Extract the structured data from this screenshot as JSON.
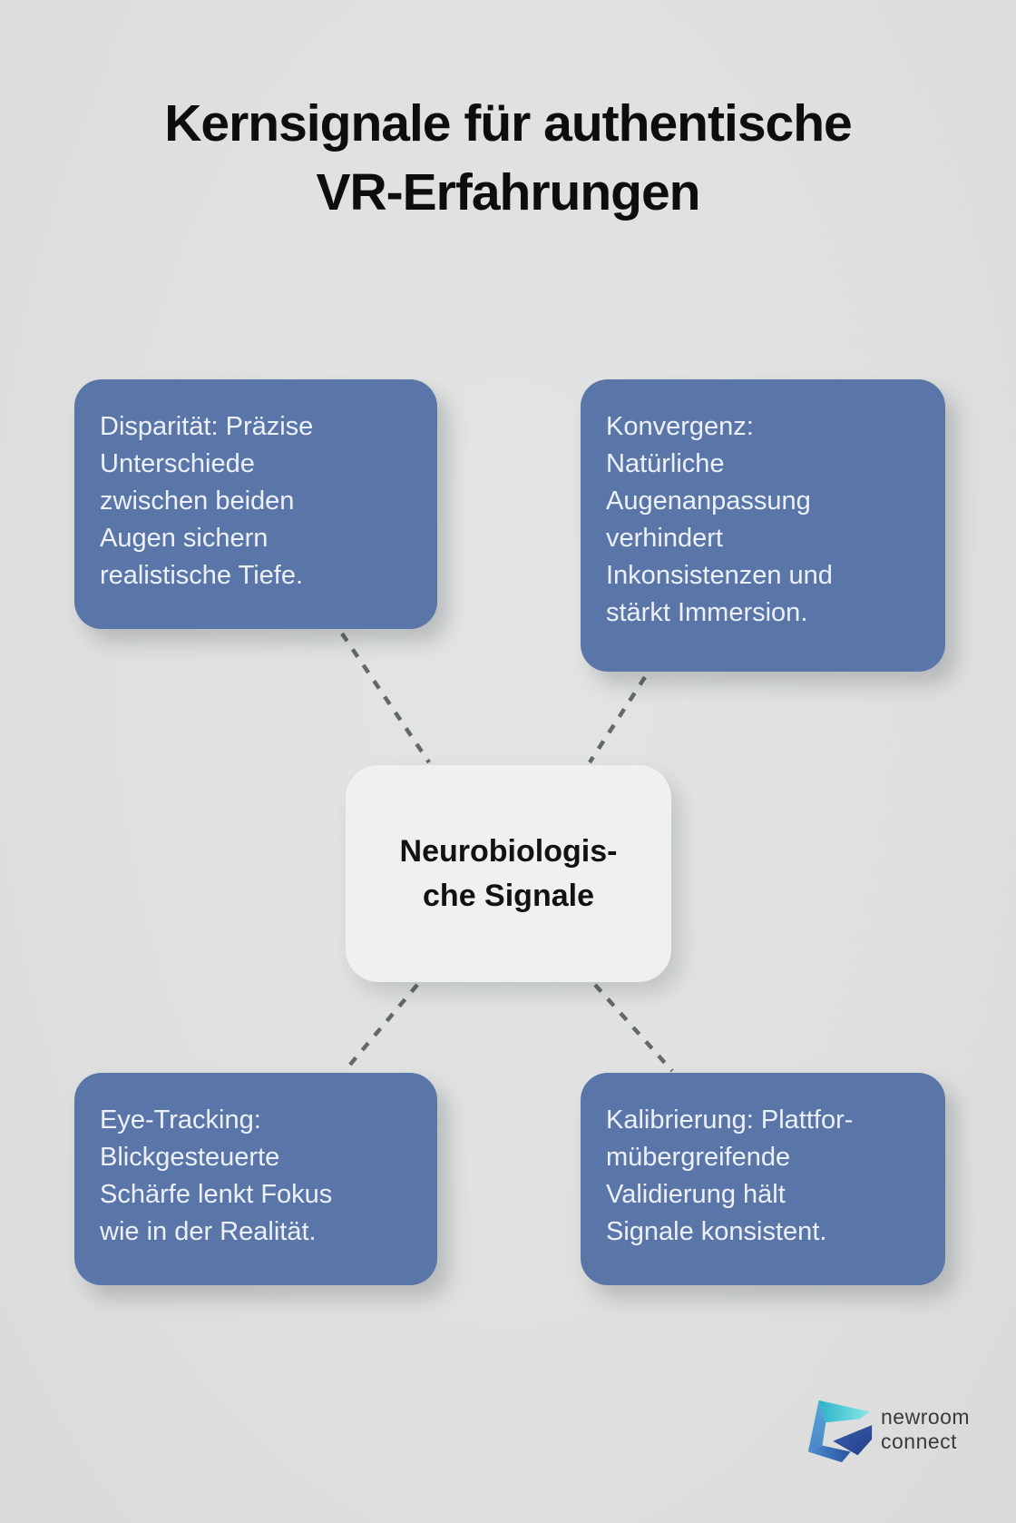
{
  "title": {
    "lines": [
      "Kernsignale für authentische",
      "VR-Erfahrungen"
    ]
  },
  "center_node": {
    "lines": [
      "Neurobiologis-",
      "che Signale"
    ]
  },
  "nodes": [
    {
      "name": "disparitaet",
      "lines": [
        "Disparität: Präzise",
        "Unterschiede",
        "zwischen beiden",
        "Augen sichern",
        "realistische Tiefe."
      ]
    },
    {
      "name": "konvergenz",
      "lines": [
        "Konvergenz:",
        "Natürliche",
        "Augenanpassung",
        "verhindert",
        "Inkonsistenzen und",
        "stärkt Immersion."
      ]
    },
    {
      "name": "eye_tracking",
      "lines": [
        "Eye-Tracking:",
        "Blickgesteuerte",
        "Schärfe lenkt Fokus",
        "wie in der Realität."
      ]
    },
    {
      "name": "kalibrierung",
      "lines": [
        "Kalibrierung: Plattfor-",
        "mübergreifende",
        "Validierung hält",
        "Signale konsistent."
      ]
    }
  ],
  "brand": {
    "name_line1": "newroom",
    "name_line2": "connect"
  },
  "colors": {
    "background": "#dedfde",
    "node_fill": "#5a76a9",
    "node_text": "#edf1f7",
    "center_fill": "#eef0f1",
    "title_text": "#0d0d0d",
    "connector": "#636868",
    "logo_teal": "#29b3c6",
    "logo_cyan": "#8ae9ec",
    "logo_light_blue": "#56a7d8",
    "logo_blue": "#4b86c8",
    "logo_navy": "#24408c",
    "brand_text": "#3a3a3a"
  }
}
